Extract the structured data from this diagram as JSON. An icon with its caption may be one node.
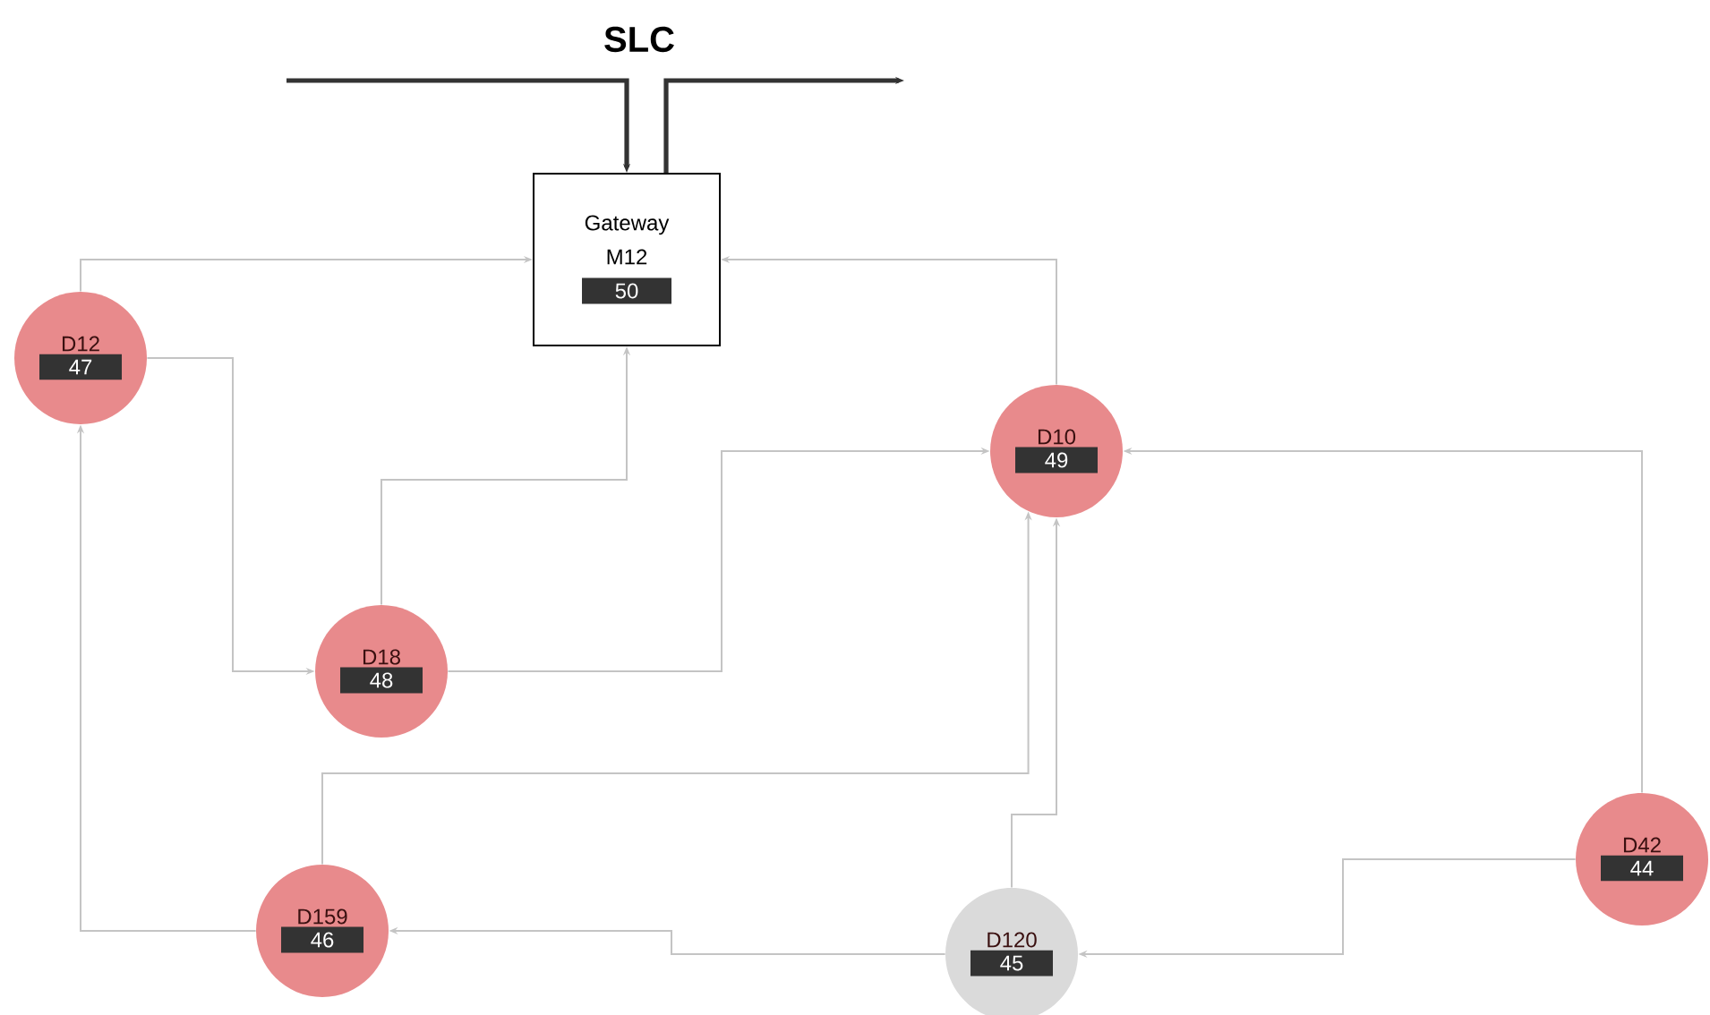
{
  "diagram": {
    "nodes": [
      {
        "text": [
          "Gateway",
          "M12",
          "50"
        ]
      },
      {
        "text": [
          "D12",
          "47"
        ]
      },
      {
        "text": [
          "D10",
          "49"
        ]
      },
      {
        "text": [
          "D18",
          "48"
        ]
      },
      {
        "text": [
          "D159",
          "46"
        ]
      },
      {
        "text": [
          "D120",
          "45"
        ]
      },
      {
        "text": [
          "D42",
          "44"
        ]
      }
    ],
    "edges": [
      {
        "from": null,
        "to": 0,
        "arrow": "to",
        "style": "thick",
        "color": "#333333"
      },
      {
        "from": 0,
        "to": null,
        "arrow": "to",
        "style": "thick",
        "color": "#333333"
      },
      {
        "from": 1,
        "to": 0,
        "arrow": "to"
      },
      {
        "from": 2,
        "to": 0,
        "arrow": "to"
      },
      {
        "from": 3,
        "to": 0,
        "arrow": "to"
      },
      {
        "from": 1,
        "to": 3,
        "arrow": "to"
      },
      {
        "from": 3,
        "to": 2,
        "arrow": "to"
      },
      {
        "from": 4,
        "to": 2,
        "arrow": "to"
      },
      {
        "from": 5,
        "to": 2,
        "arrow": "to"
      },
      {
        "from": 6,
        "to": 2,
        "arrow": "to"
      },
      {
        "from": 6,
        "to": 5,
        "arrow": "to"
      },
      {
        "from": 5,
        "to": 4,
        "arrow": "to"
      },
      {
        "from": 4,
        "to": 1,
        "arrow": "to"
      }
    ],
    "labels": [
      "SLC"
    ]
  }
}
